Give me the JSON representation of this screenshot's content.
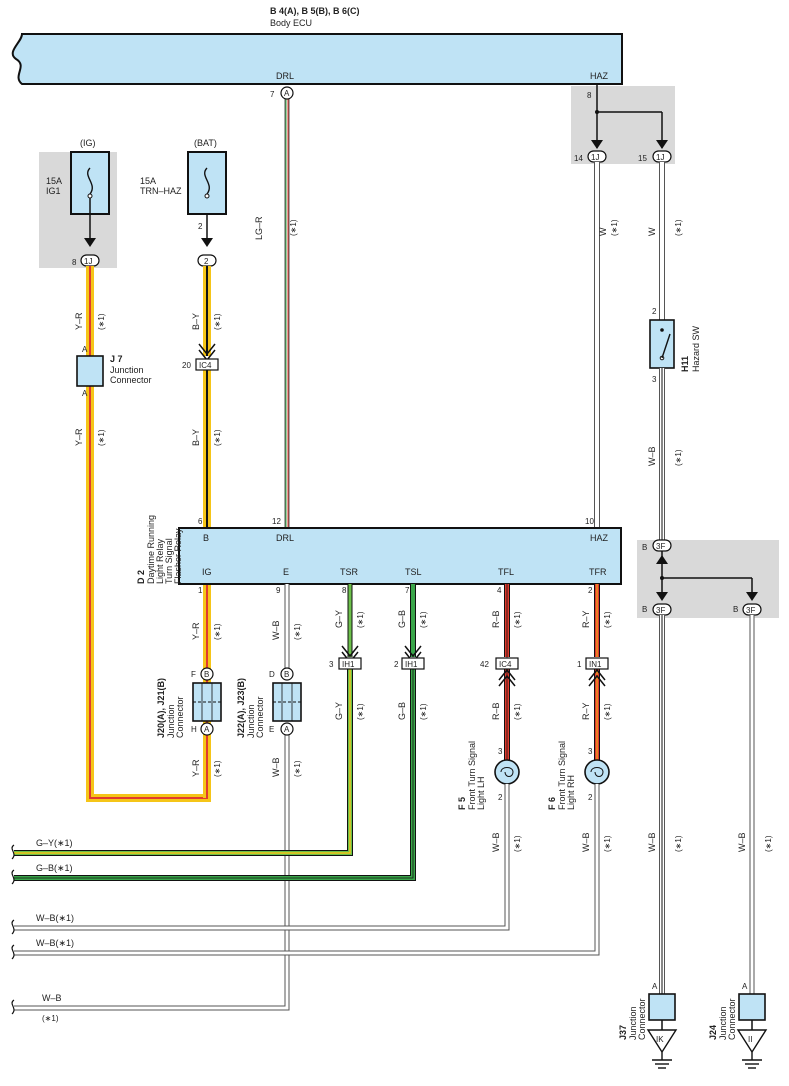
{
  "ecu": {
    "title": "B 4(A), B 5(B), B 6(C)",
    "subtitle": "Body ECU",
    "drl_label": "DRL",
    "haz_label": "HAZ",
    "drl_pin": "7",
    "drl_conn": "A",
    "haz_pin": "8"
  },
  "ig_fuse": {
    "header": "(IG)",
    "rating": "15A",
    "name": "IG1",
    "pin": "8",
    "conn": "1J"
  },
  "bat_fuse": {
    "header": "(BAT)",
    "rating": "15A",
    "name": "TRN–HAZ",
    "pin": "2",
    "conn": "2"
  },
  "haz_conn": {
    "pin_left": "14",
    "pin_right": "15",
    "conn": "1J"
  },
  "j7": {
    "id": "J 7",
    "name1": "Junction",
    "name2": "Connector",
    "pin_top": "A",
    "pin_bottom": "A"
  },
  "ic4_top": {
    "pin": "20",
    "conn": "IC4"
  },
  "relay": {
    "id": "D 2",
    "name1": "Daytime Running",
    "name2": "Light Relay",
    "name3": "Turn Signal",
    "name4": "Flasher Relay",
    "top_pins": [
      {
        "pin": "6",
        "label": "B"
      },
      {
        "pin": "12",
        "label": "DRL"
      },
      {
        "pin": "10",
        "label": "HAZ"
      }
    ],
    "bottom_pins": [
      {
        "pin": "1",
        "label": "IG"
      },
      {
        "pin": "9",
        "label": "E"
      },
      {
        "pin": "8",
        "label": "TSR"
      },
      {
        "pin": "7",
        "label": "TSL"
      },
      {
        "pin": "4",
        "label": "TFL"
      },
      {
        "pin": "2",
        "label": "TFR"
      }
    ]
  },
  "hazard_sw": {
    "id": "H11",
    "name": "Hazard SW",
    "pin_top": "2",
    "pin_bottom": "3"
  },
  "j20": {
    "id": "J20(A), J21(B)",
    "name1": "Junction",
    "name2": "Connector",
    "pin_top": "F",
    "conn_top": "B",
    "pin_bottom": "H",
    "conn_bottom": "A"
  },
  "j22": {
    "id": "J22(A), J23(B)",
    "name1": "Junction",
    "name2": "Connector",
    "pin_top": "D",
    "conn_top": "B",
    "pin_bottom": "E",
    "conn_bottom": "A"
  },
  "ih1_a": {
    "pin": "3",
    "conn": "IH1"
  },
  "ih1_b": {
    "pin": "2",
    "conn": "IH1"
  },
  "ic4_b": {
    "pin": "42",
    "conn": "IC4"
  },
  "in1": {
    "pin": "1",
    "conn": "IN1"
  },
  "f5": {
    "id": "F 5",
    "name1": "Front Turn Signal",
    "name2": "Light LH",
    "pin_top": "3",
    "pin_bottom": "2"
  },
  "f6": {
    "id": "F 6",
    "name1": "Front Turn Signal",
    "name2": "Light RH",
    "pin_top": "3",
    "pin_bottom": "2"
  },
  "junction_3f": {
    "pin_top": "B",
    "pin_left": "B",
    "pin_right": "B",
    "conn": "3F"
  },
  "j37": {
    "id": "J37",
    "name1": "Junction",
    "name2": "Connector",
    "pin": "A",
    "ground": "IK"
  },
  "j24": {
    "id": "J24",
    "name1": "Junction",
    "name2": "Connector",
    "pin": "A",
    "ground": "II"
  },
  "wires": {
    "star": "(∗1)",
    "lg_r": "LG–R",
    "w": "W",
    "y_r": "Y–R",
    "b_y": "B–Y",
    "w_b": "W–B",
    "g_y": "G–Y",
    "g_b": "G–B",
    "r_b": "R–B",
    "r_y": "R–Y"
  },
  "left_exits": [
    {
      "label": "G–Y(∗1)"
    },
    {
      "label": "G–B(∗1)"
    },
    {
      "label": "W–B(∗1)"
    },
    {
      "label": "W–B(∗1)"
    },
    {
      "label": "W–B"
    },
    {
      "label": "(∗1)"
    }
  ],
  "colors": {
    "component_fill": "#bfe3f5",
    "shade": "#d9d9d9",
    "yellow": "#f5c518",
    "orange": "#f7a21b",
    "red": "#e03a2f",
    "green": "#3aa64a",
    "lightgreen": "#6cc04a",
    "gray": "#888888"
  }
}
